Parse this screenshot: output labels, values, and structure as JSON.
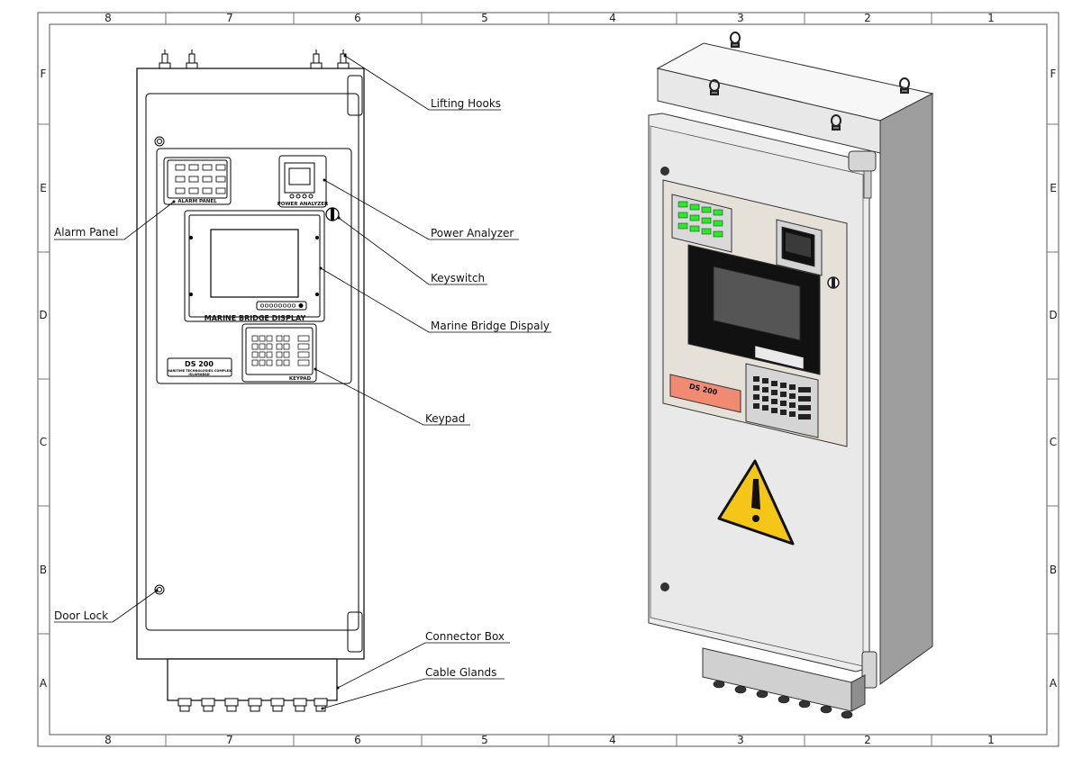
{
  "frame": {
    "columns": [
      "8",
      "7",
      "6",
      "5",
      "4",
      "3",
      "2",
      "1"
    ],
    "rows": [
      "F",
      "E",
      "D",
      "C",
      "B",
      "A"
    ]
  },
  "callouts": {
    "lifting_hooks": "Lifting Hooks",
    "alarm_panel": "Alarm Panel",
    "power_analyzer": "Power Analyzer",
    "keyswitch": "Keyswitch",
    "marine_bridge_display": "Marine Bridge Dispaly",
    "keypad": "Keypad",
    "door_lock": "Door Lock",
    "connector_box": "Connector Box",
    "cable_glands": "Cable Glands"
  },
  "front_labels": {
    "alarm_panel": "ALARM PANEL",
    "power_analyzer": "POWER ANALYZER",
    "marine_bridge_display": "MARINE BRIDGE DISPLAY",
    "keypad": "KEYPAD",
    "nameplate_title": "DS 200",
    "nameplate_line1": "MARITIME TECHNOLOGIES COMPLEX",
    "nameplate_line2": "ISLAMABAD"
  },
  "iso_labels": {
    "nameplate_title": "DS 200"
  },
  "colors": {
    "alarm_led": "#2ee62e",
    "nameplate_iso": "#f08a72",
    "warning_yellow": "#f5c518",
    "cabinet_front": "#ececec",
    "cabinet_side": "#9e9e9e",
    "cabinet_top": "#f7f7f7"
  },
  "icons": {
    "warning": "warning-triangle-icon"
  }
}
